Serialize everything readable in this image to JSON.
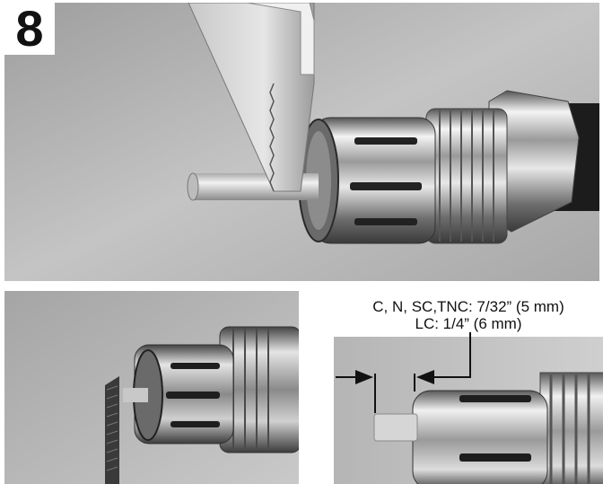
{
  "step": {
    "number": "8"
  },
  "dimension": {
    "line1": "C, N, SC,TNC: 7/32” (5 mm)",
    "line2": "LC: 1/4” (6 mm)"
  },
  "colors": {
    "photo_bg": "#b9b9b9",
    "metal": "#d8d8d8",
    "ink": "#111111"
  }
}
